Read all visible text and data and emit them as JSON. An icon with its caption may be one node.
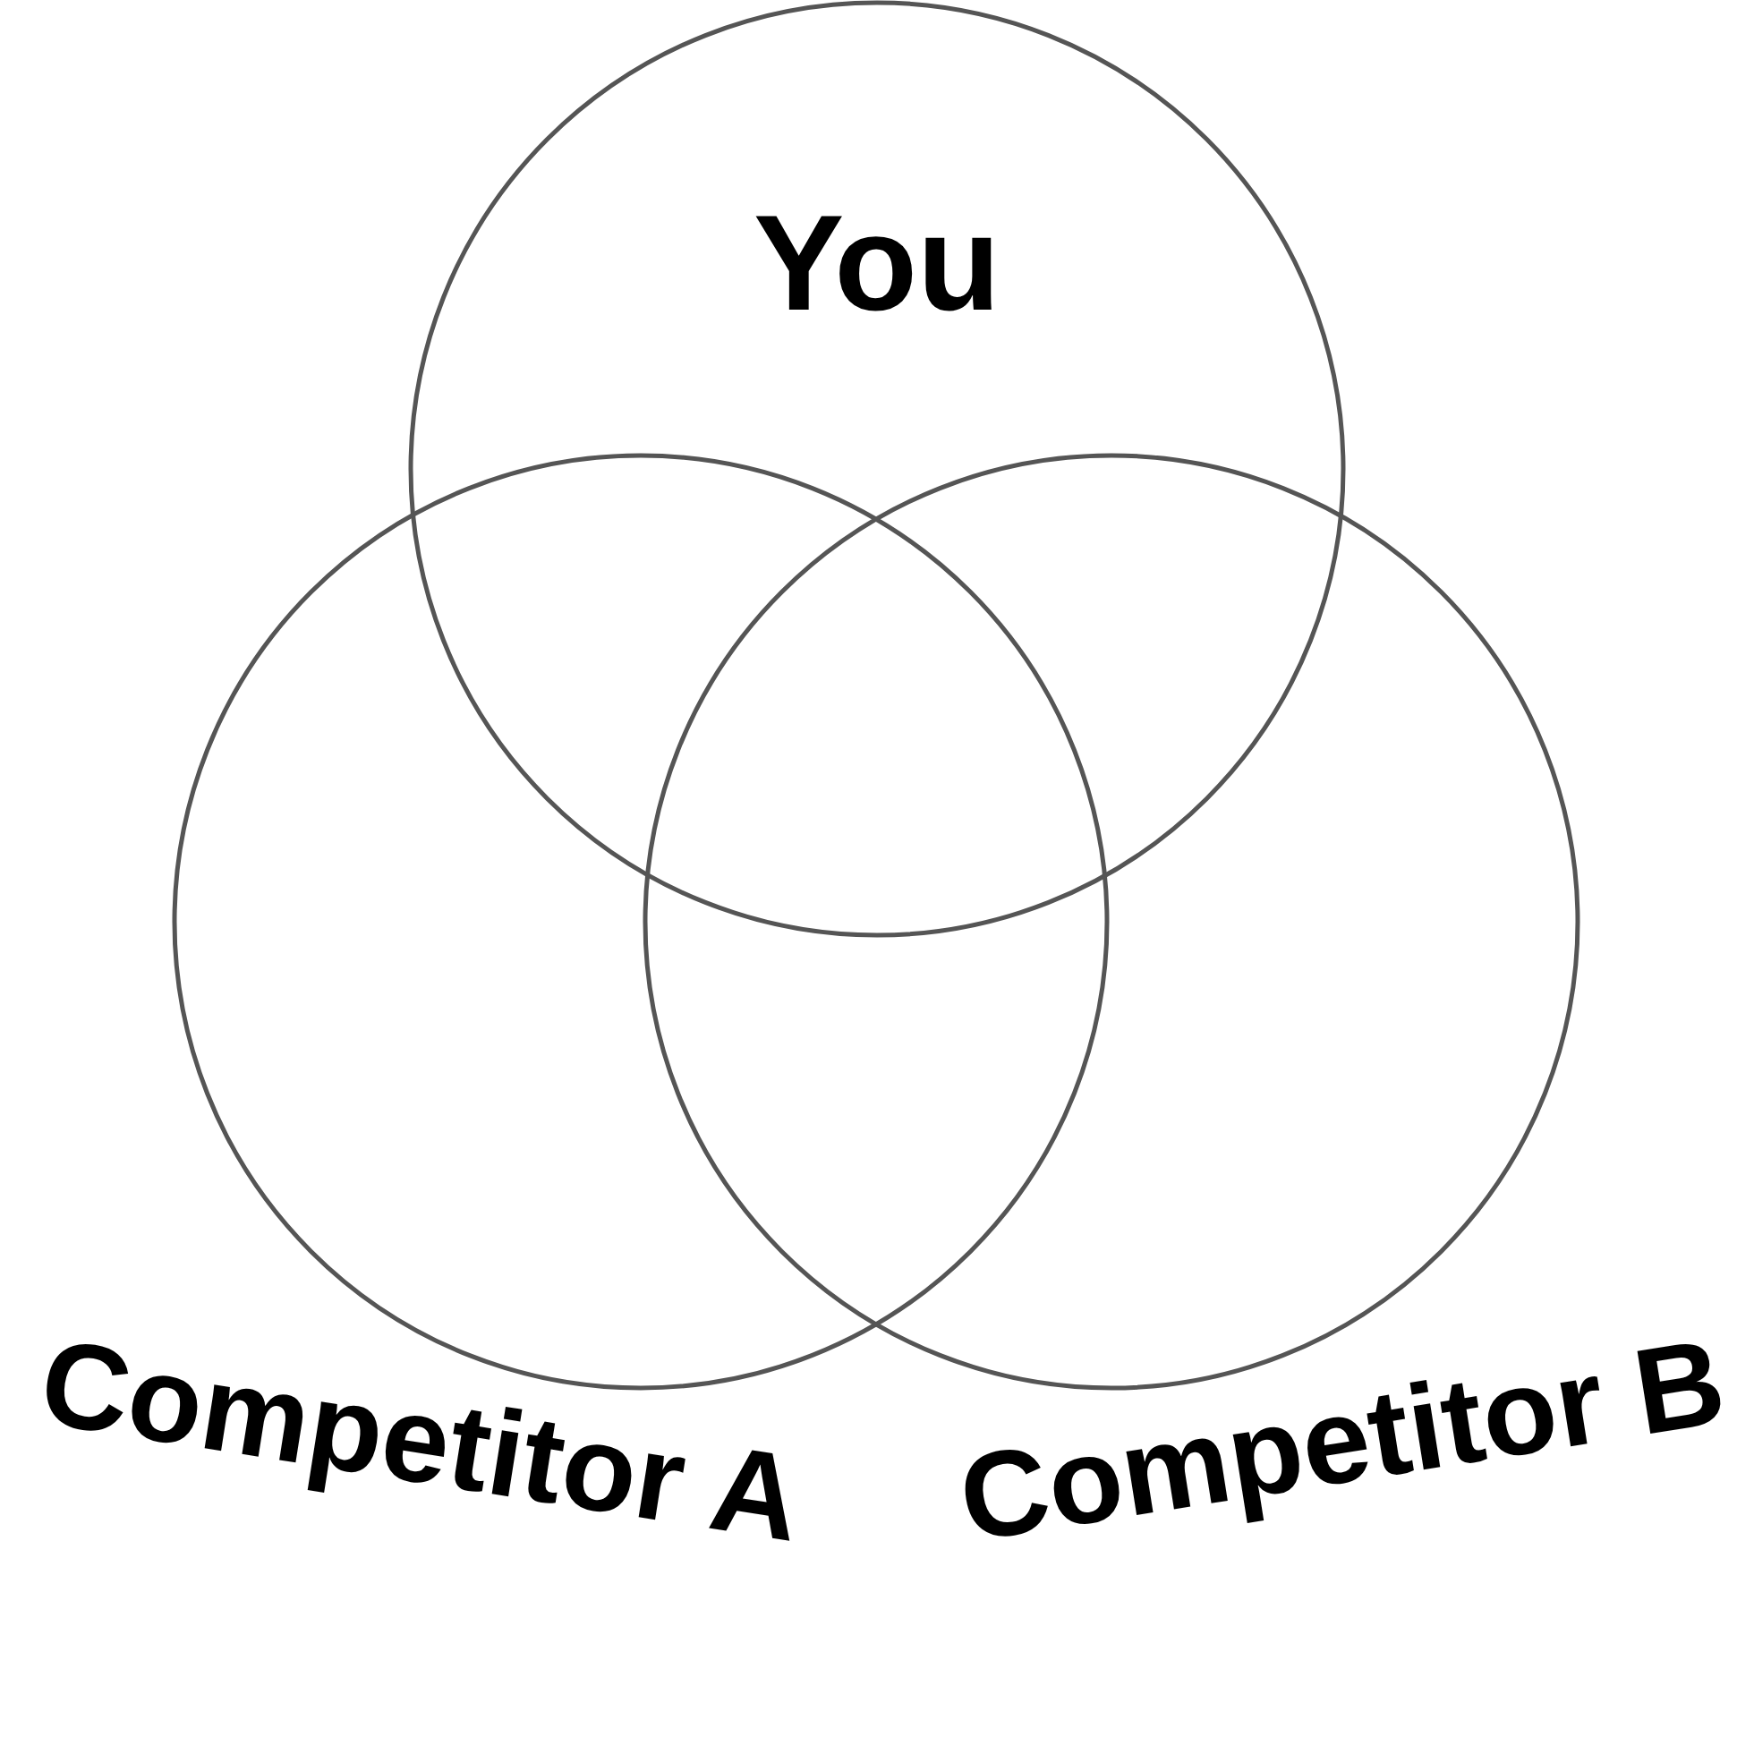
{
  "diagram": {
    "nodes": [
      {
        "text": [
          "You"
        ]
      },
      {
        "text": [
          "Competitor A"
        ]
      },
      {
        "text": [
          "Competitor B"
        ]
      }
    ]
  }
}
